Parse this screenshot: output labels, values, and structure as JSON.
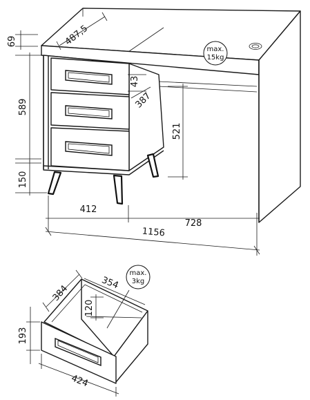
{
  "desk": {
    "dims": {
      "top_thickness": "69",
      "depth": "487,5",
      "drawer_block_height": "589",
      "leg_height": "150",
      "drawer_depth_label": "387",
      "drawer_offset": "43",
      "knee_height": "521",
      "drawer_section_width": "412",
      "open_section_width": "728",
      "total_width": "1156"
    },
    "load_badge": {
      "line1": "max.",
      "line2": "15kg"
    }
  },
  "drawer": {
    "dims": {
      "depth": "384",
      "width": "354",
      "inner_height": "120",
      "front_height": "193",
      "front_width": "424"
    },
    "load_badge": {
      "line1": "max.",
      "line2": "3kg"
    }
  }
}
